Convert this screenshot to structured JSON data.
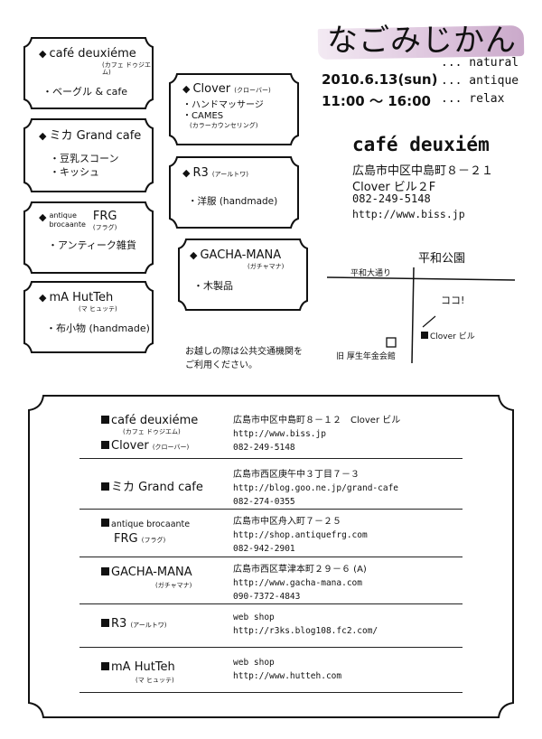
{
  "event": {
    "title": "なごみじかん",
    "date": "2010.6.13(sun)",
    "time": "11:00 ～ 16:00",
    "taglines": [
      "... natural",
      "... antique",
      "... relax"
    ]
  },
  "shops": [
    {
      "name": "café deuxiéme",
      "kana": "(カフェ ドゥジエム)",
      "items": [
        "・ベーグル & cafe"
      ]
    },
    {
      "name": "ミカ Grand cafe",
      "items": [
        "・豆乳スコーン",
        "・キッシュ"
      ]
    },
    {
      "pre1": "antique",
      "pre2": "brocaante",
      "name": "FRG",
      "kana": "(フラグ)",
      "items": [
        "・アンティーク雑貨"
      ]
    },
    {
      "name": "mA HutTeh",
      "kana": "(マ ヒュッテ)",
      "items": [
        "・布小物 (handmade)"
      ]
    },
    {
      "name": "Clover",
      "kana": "(クローバー)",
      "items": [
        "・ハンドマッサージ",
        "・CAMES",
        "(カラーカウンセリング)"
      ]
    },
    {
      "name": "R3",
      "kana": "(アールトワ)",
      "items": [
        "・洋服 (handmade)"
      ]
    },
    {
      "name": "GACHA-MANA",
      "kana": "(ガチャマナ)",
      "items": [
        "・木製品"
      ]
    }
  ],
  "venue": {
    "name": "café deuxiém",
    "address": "広島市中区中島町８－２１",
    "building": "Clover ビル２F",
    "phone": "082-249-5148",
    "url": "http://www.biss.jp"
  },
  "map": {
    "park": "平和公園",
    "street": "平和大通り",
    "here": "ココ!",
    "building": "Clover ビル",
    "hall": "旧 厚生年金会館"
  },
  "notice": [
    "お越しの際は公共交通機関を",
    "ご利用ください。"
  ],
  "directory": [
    {
      "name": "café deuxiéme",
      "kana": "(カフェ ドゥジエム)",
      "name2": "Clover",
      "kana2": "(クローバー)",
      "lines": [
        "広島市中区中島町８－１２　Clover ビル",
        "http://www.biss.jp",
        "082-249-5148"
      ]
    },
    {
      "name": "ミカ Grand cafe",
      "lines": [
        "広島市西区庚午中３丁目７－３",
        "http://blog.goo.ne.jp/grand-cafe",
        "082-274-0355"
      ]
    },
    {
      "pre": "antique brocaante",
      "name": "FRG",
      "kana": "(フラグ)",
      "lines": [
        "広島市中区舟入町７－２５",
        "http://shop.antiquefrg.com",
        "082-942-2901"
      ]
    },
    {
      "name": "GACHA-MANA",
      "kana": "(ガチャマナ)",
      "lines": [
        "広島市西区草津本町２９－６ (A)",
        "http://www.gacha-mana.com",
        "090-7372-4843"
      ]
    },
    {
      "name": "R3",
      "kana": "(アールトワ)",
      "lines": [
        "web shop",
        "http://r3ks.blog108.fc2.com/"
      ]
    },
    {
      "name": "mA HutTeh",
      "kana": "(マ ヒュッテ)",
      "lines": [
        "web shop",
        "http://www.hutteh.com"
      ]
    }
  ]
}
